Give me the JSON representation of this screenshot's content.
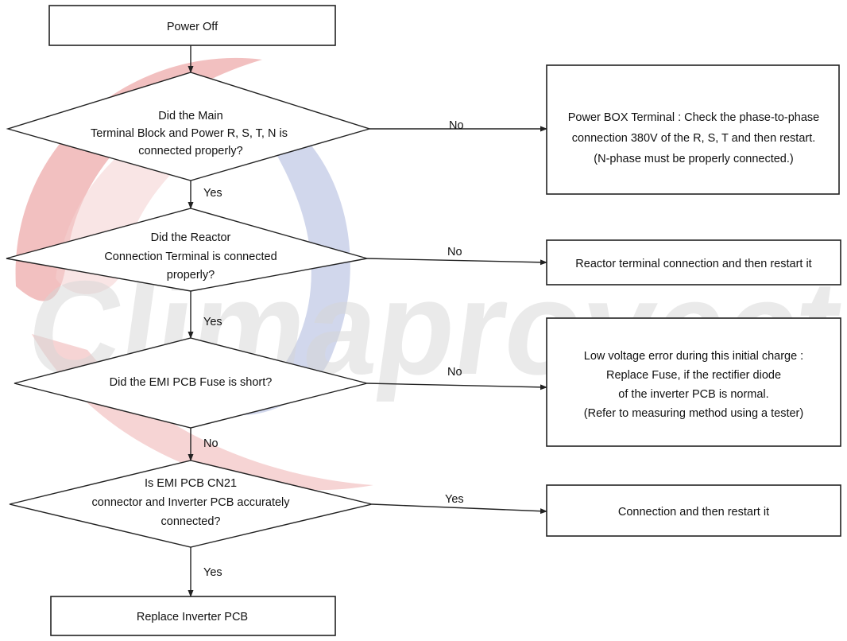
{
  "watermark": {
    "text": "Climaproyect",
    "colors": {
      "red": "#d63a3a",
      "pink": "#f4d0d0",
      "blue": "#2f47a8",
      "gray": "#c8c8c8"
    }
  },
  "nodes": {
    "start": {
      "lines": [
        "Power Off"
      ]
    },
    "q1": {
      "lines": [
        "Did the Main",
        "Terminal Block and Power R, S, T, N is",
        "connected properly?"
      ]
    },
    "a1": {
      "lines": [
        "Power BOX Terminal : Check the phase-to-phase",
        "connection 380V of the R, S, T and then restart.",
        "(N-phase must be properly connected.)"
      ]
    },
    "q2": {
      "lines": [
        "Did the Reactor",
        "Connection Terminal is connected",
        "properly?"
      ]
    },
    "a2": {
      "lines": [
        "Reactor terminal connection and then restart it"
      ]
    },
    "q3": {
      "lines": [
        "Did the EMI PCB Fuse is short?"
      ]
    },
    "a3": {
      "lines": [
        "Low voltage error during this initial charge :",
        "Replace Fuse, if the rectifier diode",
        "of the inverter PCB is normal.",
        "(Refer to measuring method using a tester)"
      ]
    },
    "q4": {
      "lines": [
        "Is EMI PCB CN21",
        "connector and Inverter PCB accurately",
        "connected?"
      ]
    },
    "a4": {
      "lines": [
        "Connection and then restart it"
      ]
    },
    "end": {
      "lines": [
        "Replace Inverter PCB"
      ]
    }
  },
  "edges": {
    "q1_no": "No",
    "q1_yes": "Yes",
    "q2_no": "No",
    "q2_yes": "Yes",
    "q3_no": "No",
    "q3_no_down": "No",
    "q4_yes": "Yes",
    "q4_yes_down": "Yes"
  }
}
